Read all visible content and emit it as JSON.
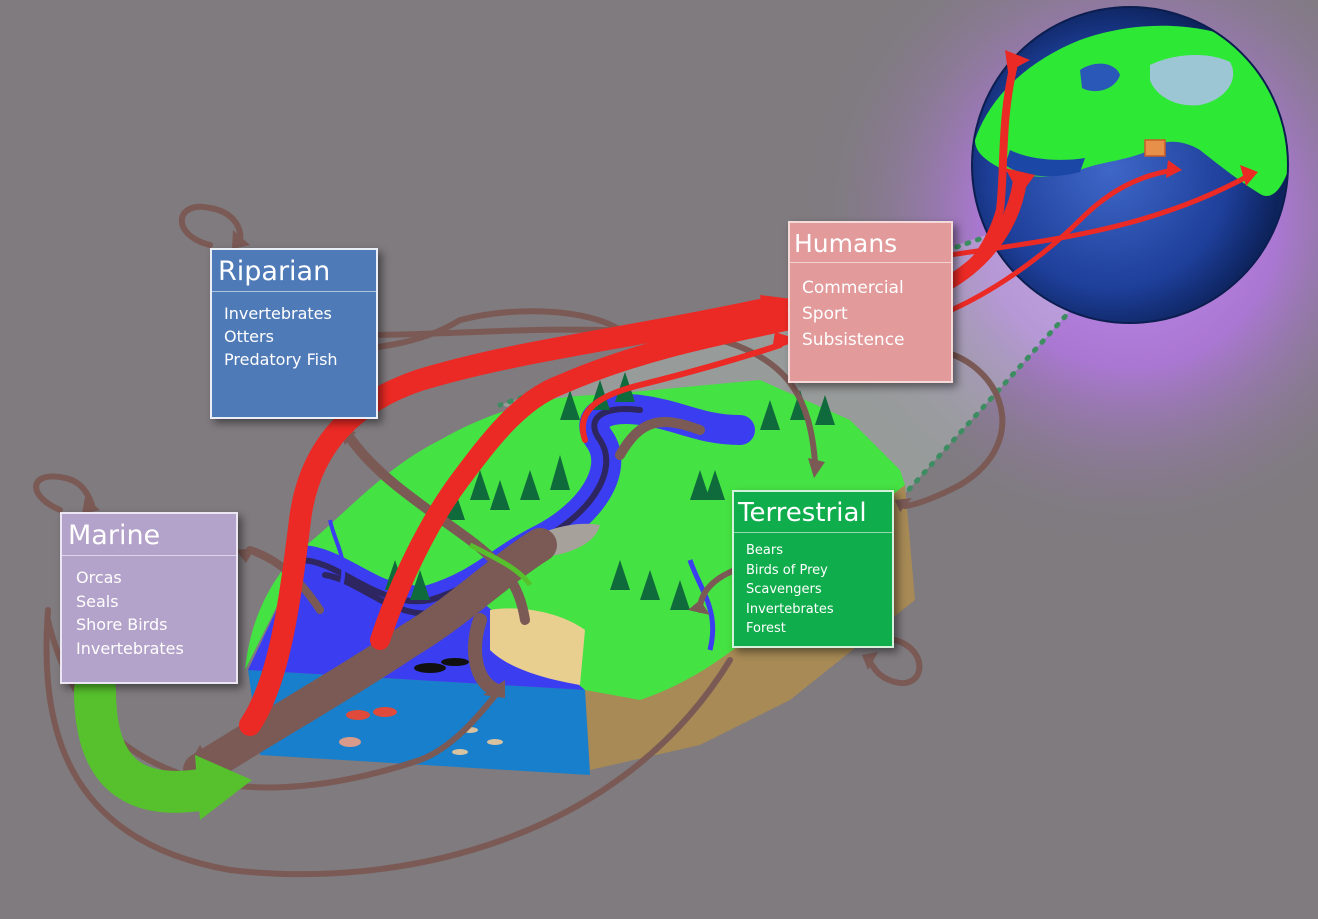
{
  "colors": {
    "background": "#7f7b7f",
    "glow": "#b176e0",
    "flow_brown": "#7b5a55",
    "flow_red": "#ec2a25",
    "flow_green": "#56c12c",
    "land": "#45e243",
    "water": "#3b3df0",
    "ocean_block": "#177fcc",
    "riparian": "#4f7ab8",
    "marine": "#b3a2c9",
    "humans": "#e29a9b",
    "terrestrial": "#10ad4c"
  },
  "boxes": {
    "riparian": {
      "title": "Riparian",
      "items": [
        "Invertebrates",
        "Otters",
        "Predatory Fish"
      ]
    },
    "marine": {
      "title": "Marine",
      "items": [
        "Orcas",
        "Seals",
        "Shore Birds",
        "Invertebrates"
      ]
    },
    "humans": {
      "title": "Humans",
      "items": [
        "Commercial",
        "Sport",
        "Subsistence"
      ]
    },
    "terrestrial": {
      "title": "Terrestrial",
      "items": [
        "Bears",
        "Birds of Prey",
        "Scavengers",
        "Invertebrates",
        "Forest"
      ]
    }
  }
}
